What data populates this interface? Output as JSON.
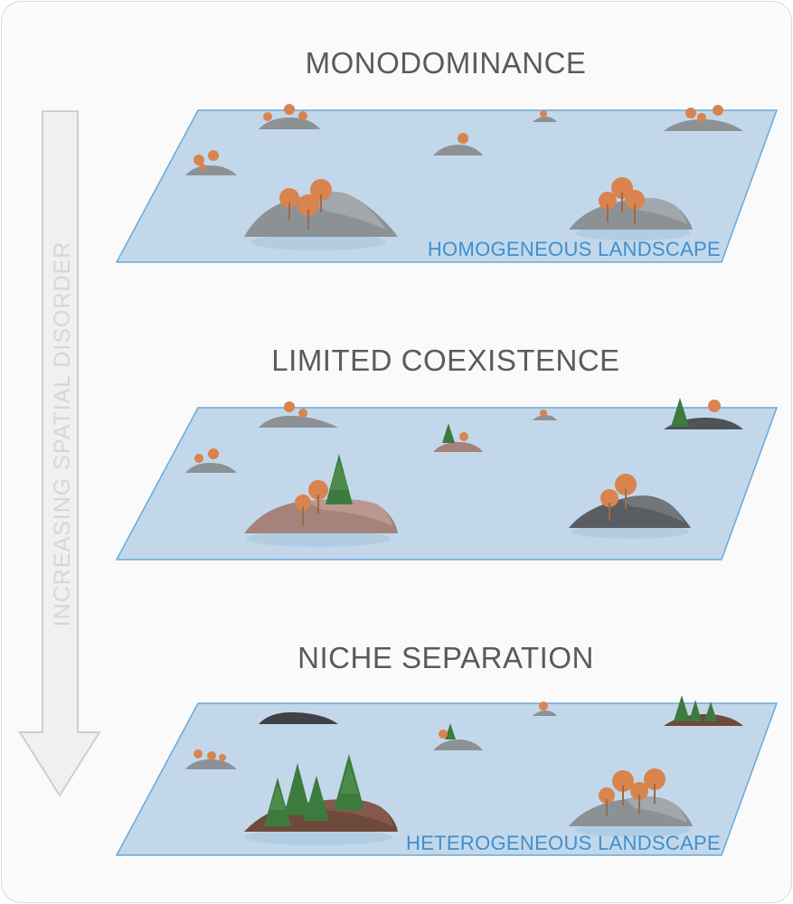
{
  "arrow": {
    "label": "INCREASING SPATIAL DISORDER"
  },
  "panels": [
    {
      "title": "MONODOMINANCE",
      "landscape_label": "HOMOGENEOUS LANDSCAPE"
    },
    {
      "title": "LIMITED COEXISTENCE",
      "landscape_label": ""
    },
    {
      "title": "NICHE SEPARATION",
      "landscape_label": "HETEROGENEOUS LANDSCAPE"
    }
  ],
  "colors": {
    "water": "#c2d8ea",
    "water_edge": "#6aa8d8",
    "grey_rock": "#8c9196",
    "dark_rock": "#4f5358",
    "pink_soil": "#a5827a",
    "brown_soil": "#6f4a3c",
    "deciduous_tree": "#d9834f",
    "conifer_tree": "#3d7a3e",
    "arrow_fill": "#f1eff0",
    "arrow_stroke": "#cfcfcf"
  }
}
